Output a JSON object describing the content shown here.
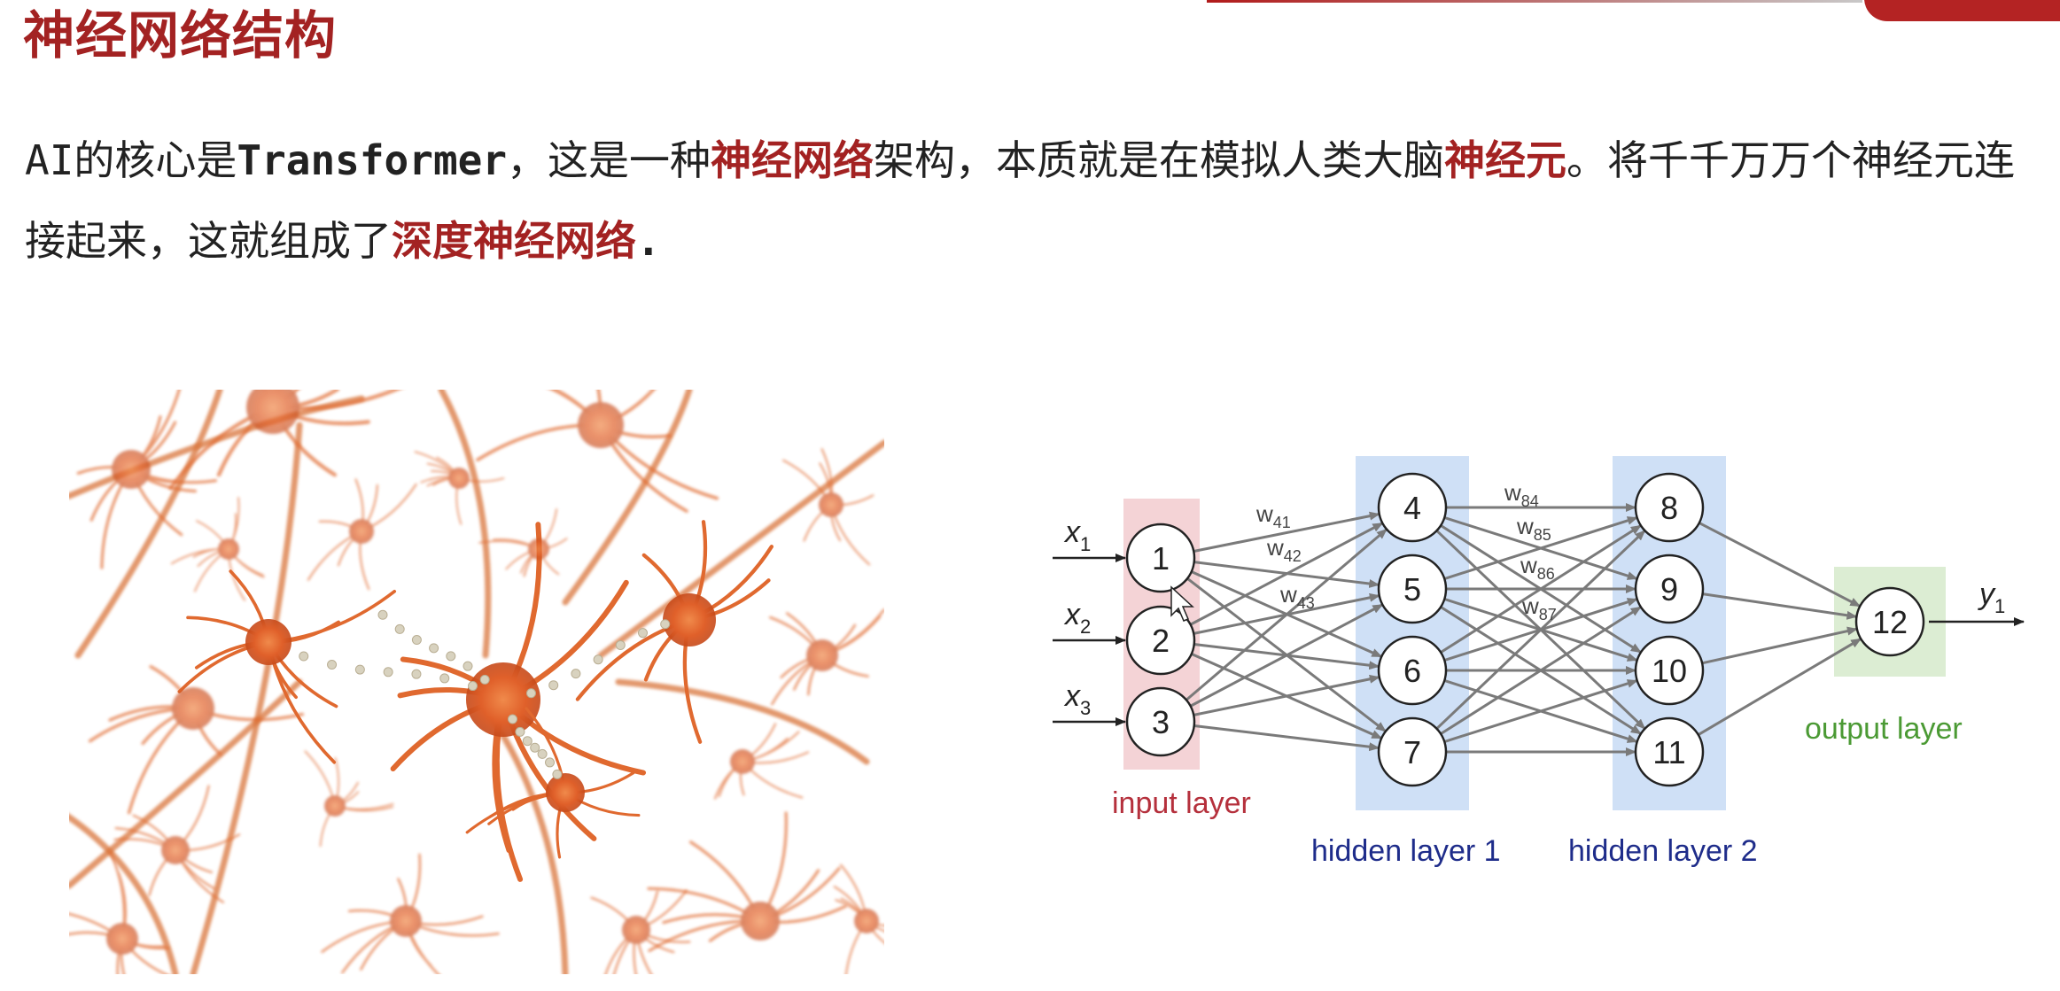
{
  "page_title": "神经网络结构",
  "intro": {
    "t1": "AI",
    "t2": "的核心是",
    "t3": "Transformer",
    "t4": "，这是一种",
    "hl1": "神经网络",
    "t5": "架构，本质就是在模拟人类大脑",
    "hl2": "神经元",
    "t6": "。将千千万万个神经元连接起来，这就组成了",
    "hl3": "深度神经网络",
    "t7": "."
  },
  "neuron_photo": {
    "description_icon": "neuron-network-image"
  },
  "diagram": {
    "colors": {
      "input_layer": "#f4d3d6",
      "hidden_layer": "#cfe0f6",
      "output_layer": "#dcedd3",
      "edge": "#7a7a7a",
      "input_label": "#b5303c",
      "hidden_label": "#1e2c8a",
      "output_label": "#4b9a34"
    },
    "inputs": [
      {
        "name": "x",
        "sub": "1"
      },
      {
        "name": "x",
        "sub": "2"
      },
      {
        "name": "x",
        "sub": "3"
      }
    ],
    "output": {
      "name": "y",
      "sub": "1"
    },
    "layers": [
      {
        "label": "input layer",
        "nodes": [
          "1",
          "2",
          "3"
        ]
      },
      {
        "label": "hidden layer 1",
        "nodes": [
          "4",
          "5",
          "6",
          "7"
        ]
      },
      {
        "label": "hidden layer 2",
        "nodes": [
          "8",
          "9",
          "10",
          "11"
        ]
      },
      {
        "label": "output layer",
        "nodes": [
          "12"
        ]
      }
    ],
    "weights_a": [
      {
        "w": "w",
        "sub": "41"
      },
      {
        "w": "w",
        "sub": "42"
      },
      {
        "w": "w",
        "sub": "43"
      }
    ],
    "weights_b": [
      {
        "w": "w",
        "sub": "84"
      },
      {
        "w": "w",
        "sub": "85"
      },
      {
        "w": "w",
        "sub": "86"
      },
      {
        "w": "w",
        "sub": "87"
      }
    ]
  }
}
